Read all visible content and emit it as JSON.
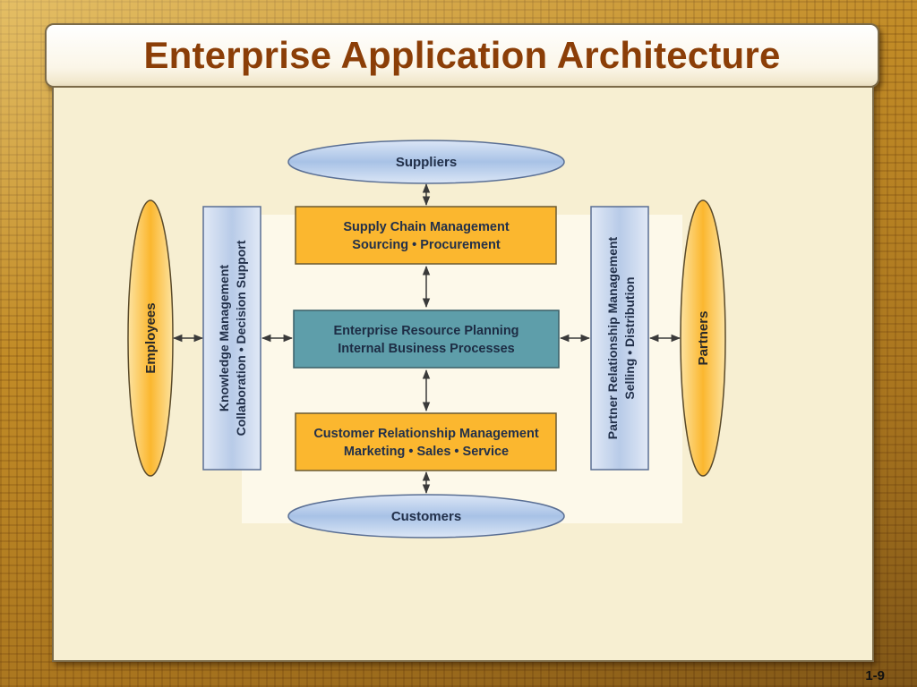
{
  "slide": {
    "title": "Enterprise Application Architecture",
    "page_number": "1-9"
  },
  "diagram": {
    "top_node": "Suppliers",
    "bottom_node": "Customers",
    "left_node": "Employees",
    "right_node": "Partners",
    "left_bar": {
      "line1": "Knowledge Management",
      "line2": "Collaboration • Decision Support"
    },
    "right_bar": {
      "line1": "Partner Relationship Management",
      "line2": "Selling • Distribution"
    },
    "scm": {
      "line1": "Supply Chain Management",
      "line2": "Sourcing • Procurement"
    },
    "erp": {
      "line1": "Enterprise Resource Planning",
      "line2": "Internal Business Processes"
    },
    "crm": {
      "line1": "Customer Relationship Management",
      "line2": "Marketing • Sales • Service"
    }
  },
  "colors": {
    "orange": "#fbb72f",
    "teal": "#5e9eaa",
    "blue_ellipse": "#a8c2e6",
    "blue_bar": "#b8cbe8",
    "title_text": "#8b3e07"
  }
}
